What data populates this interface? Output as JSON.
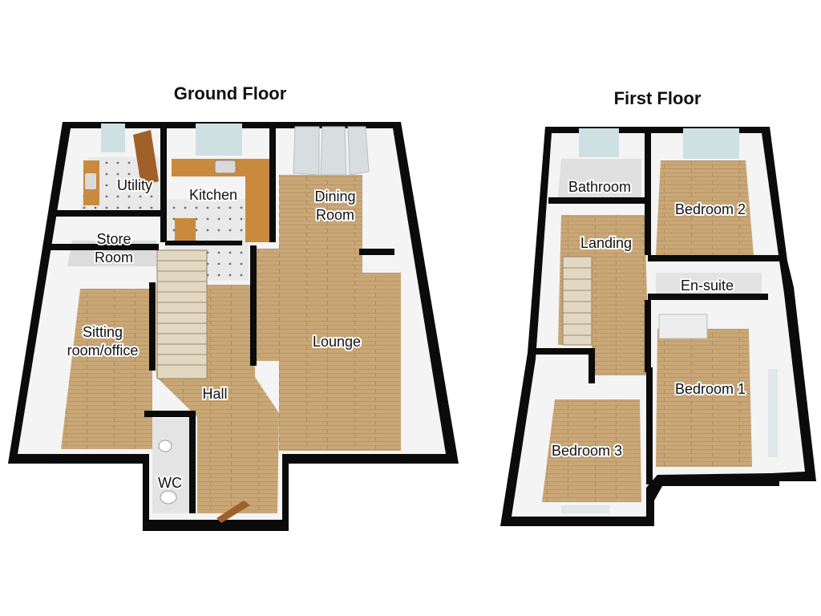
{
  "ground_floor": {
    "title": "Ground Floor",
    "rooms": {
      "utility": "Utility",
      "kitchen": "Kitchen",
      "dining_room": [
        "Dining",
        "Room"
      ],
      "store_room": [
        "Store",
        "Room"
      ],
      "sitting_room": [
        "Sitting",
        "room/office"
      ],
      "lounge": "Lounge",
      "hall": "Hall",
      "wc": "WC"
    }
  },
  "first_floor": {
    "title": "First Floor",
    "rooms": {
      "bathroom": "Bathroom",
      "bedroom_2": "Bedroom 2",
      "landing": "Landing",
      "en_suite": "En-suite",
      "bedroom_1": "Bedroom 1",
      "bedroom_3": "Bedroom 3"
    }
  },
  "colors": {
    "wall": "#0b0b0b",
    "wood_floor": "#c9a777",
    "tile_floor": "#e6e6e6",
    "inner_wall": "#f2f2f2",
    "kitchen_counter": "#c98a3e",
    "window_glass": "#cfe0e3",
    "door_wood": "#a0602a"
  }
}
